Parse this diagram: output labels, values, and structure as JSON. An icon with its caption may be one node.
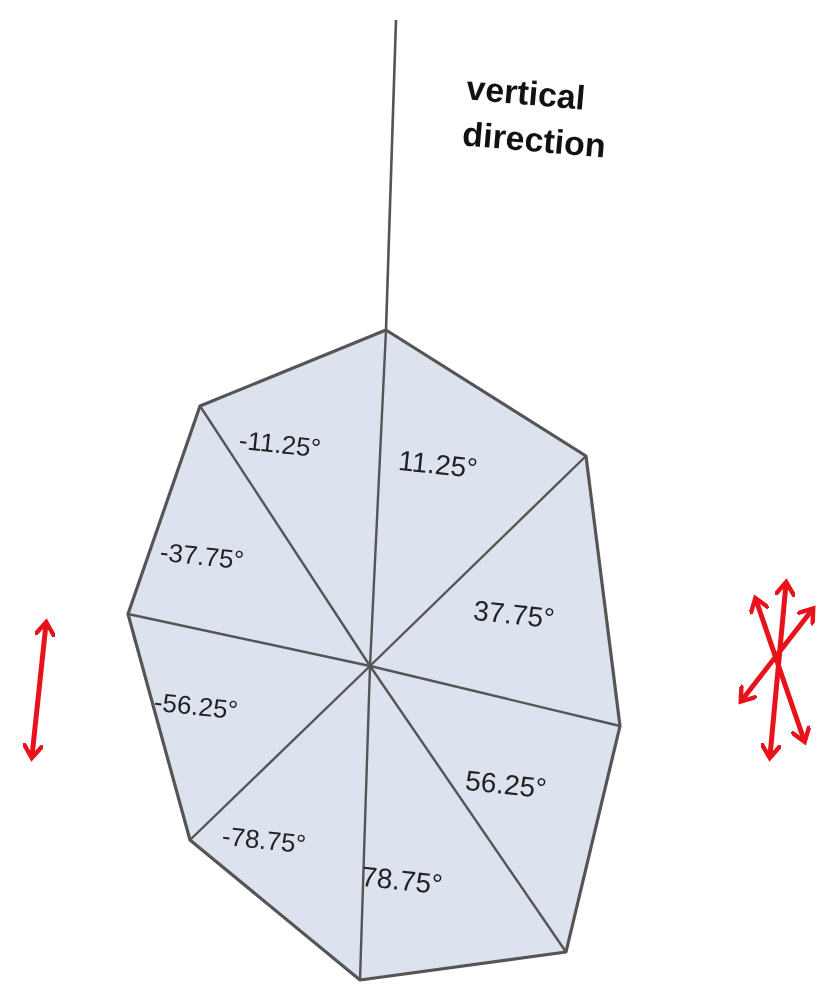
{
  "diagram": {
    "labels": [
      "vertical direction",
      "-11.25°",
      "11.25°",
      "-37.75°",
      "37.75°",
      "-56.25°",
      "56.25°",
      "-78.75°",
      "78.75°"
    ]
  }
}
